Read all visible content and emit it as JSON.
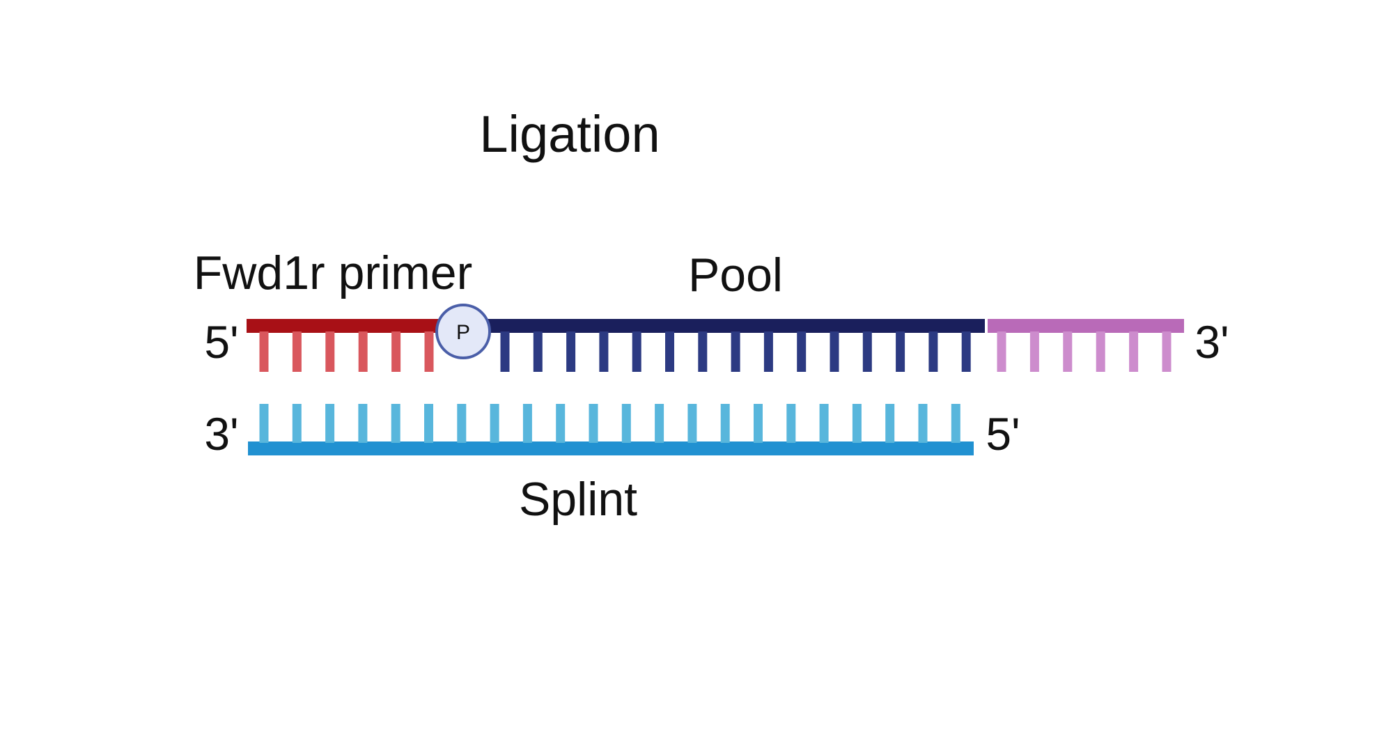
{
  "title": "Ligation",
  "top_strand": {
    "end_left": "5'",
    "end_right": "3'",
    "segments": [
      {
        "id": "fwd1r",
        "label": "Fwd1r primer",
        "backbone_color": "#a81016",
        "tick_color": "#d9575d",
        "ticks": 6
      },
      {
        "id": "pool",
        "label": "Pool",
        "backbone_color": "#1a1f5c",
        "tick_color": "#2c3a82",
        "ticks": 15
      },
      {
        "id": "tail",
        "label": "",
        "backbone_color": "#b96ab8",
        "tick_color": "#cd8ccd",
        "ticks": 6
      }
    ],
    "phosphate": {
      "label": "P",
      "fill": "#e3e8f8",
      "stroke": "#4a5ea8"
    }
  },
  "bottom_strand": {
    "label": "Splint",
    "end_left": "3'",
    "end_right": "5'",
    "backbone_color": "#2191d1",
    "tick_color": "#58b6dc",
    "ticks": 22
  }
}
